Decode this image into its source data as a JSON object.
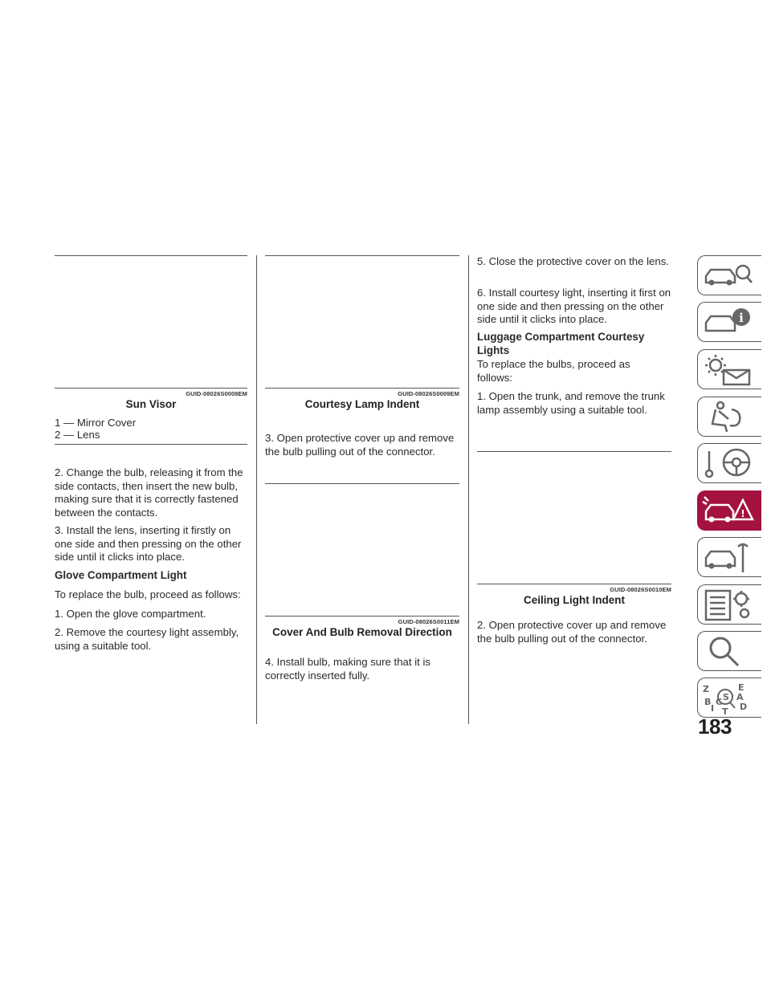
{
  "figures": {
    "sun_visor": {
      "code": "GUID-08026S0008EM",
      "caption": "Sun Visor",
      "legend": [
        "1 — Mirror Cover",
        "2 — Lens"
      ]
    },
    "courtesy_lamp": {
      "code": "GUID-08026S0009EM",
      "caption": "Courtesy Lamp Indent"
    },
    "cover_bulb": {
      "code": "GUID-08026S0011EM",
      "caption": "Cover And Bulb Removal Direction"
    },
    "ceiling_light": {
      "code": "GUID-08026S0010EM",
      "caption": "Ceiling Light Indent"
    }
  },
  "col1": {
    "p1": "2. Change the bulb, releasing it from the side contacts, then insert the new bulb, making sure that it is correctly fastened between the contacts.",
    "p2": "3. Install the lens, inserting it firstly on one side and then pressing on the other side until it clicks into place.",
    "heading": "Glove Compartment Light",
    "p3": "To replace the bulb, proceed as follows:",
    "p4": "1. Open the glove compartment.",
    "p5": "2. Remove the courtesy light assembly, using a suitable tool."
  },
  "col2": {
    "p1": "3. Open protective cover up and remove the bulb pulling out of the connector.",
    "p2": "4. Install bulb, making sure that it is correctly inserted fully."
  },
  "col3": {
    "p1": "5. Close the protective cover on the lens.",
    "p2": "6. Install courtesy light, inserting it first on one side and then pressing on the other side until it clicks into place.",
    "heading": "Luggage Compartment Courtesy Lights",
    "p3": "To replace the bulbs, proceed as follows:",
    "p4": "1. Open the trunk, and remove the trunk lamp assembly using a suitable tool.",
    "p5": "2. Open protective cover up and remove the bulb pulling out of the connector."
  },
  "side_tabs": [
    {
      "icon": "car-search-icon",
      "active": false
    },
    {
      "icon": "car-info-icon",
      "active": false
    },
    {
      "icon": "warning-lights-message-icon",
      "active": false
    },
    {
      "icon": "seat-airbag-icon",
      "active": false
    },
    {
      "icon": "steering-wheel-key-icon",
      "active": false
    },
    {
      "icon": "car-breakdown-warning-icon",
      "active": true
    },
    {
      "icon": "car-maintenance-wrench-icon",
      "active": false
    },
    {
      "icon": "specifications-gear-icon",
      "active": false
    },
    {
      "icon": "magnifier-icon",
      "active": false
    },
    {
      "icon": "alphabetical-index-icon",
      "active": false
    }
  ],
  "colors": {
    "accent": "#a4123f",
    "rule": "#555555"
  },
  "page_number": "183"
}
